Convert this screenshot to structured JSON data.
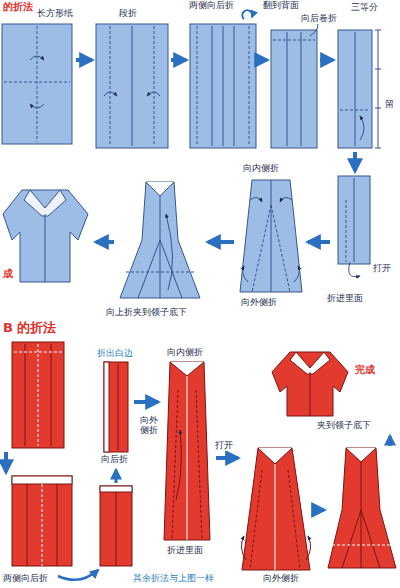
{
  "diagram": {
    "labels": [
      "的折法",
      "长方形纸",
      "段折",
      "两侧向后折",
      "翻到背面",
      "向后卷折",
      "三等分",
      "留",
      "成",
      "向上折夹到领子底下",
      "向外侧折",
      "向内侧折",
      "打开",
      "折进里面",
      "B 的折法",
      "折出白边",
      "向内侧折",
      "完成",
      "向外侧折",
      "向后折",
      "打开",
      "夹到领子底下",
      "折进里面",
      "两侧向后折",
      "其余折法与上图一样",
      "向外侧折"
    ]
  }
}
